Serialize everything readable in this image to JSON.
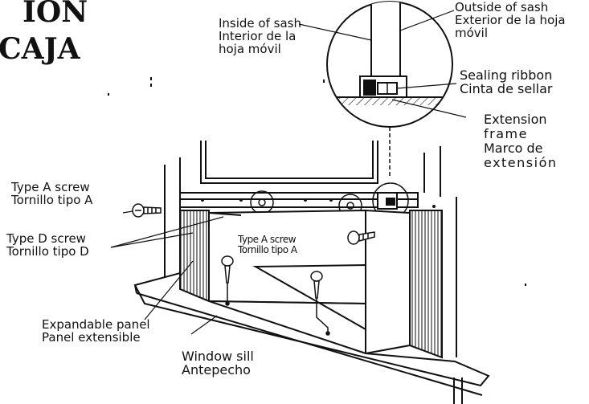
{
  "title": {
    "line1": "ION",
    "line2": "CAJA"
  },
  "labels": {
    "inside_sash": {
      "en": "Inside of sash",
      "es1": "Interior de la",
      "es2": "hoja móvil"
    },
    "outside_sash": {
      "en": "Outside of sash",
      "es1": "Exterior de la hoja",
      "es2": "móvil"
    },
    "sealing_ribbon": {
      "en": "Sealing ribbon",
      "es": "Cinta de sellar"
    },
    "extension_frame": {
      "en1": "Extension",
      "en2": "frame",
      "es1": "Marco de",
      "es2": "extensión"
    },
    "type_a_screw_left": {
      "en": "Type A screw",
      "es": "Tornillo tipo A"
    },
    "type_d_screw": {
      "en": "Type D screw",
      "es": "Tornillo tipo D"
    },
    "type_a_screw_center": {
      "en": "Type A screw",
      "es": "Tornillo tipo A"
    },
    "expandable_panel": {
      "en": "Expandable panel",
      "es": "Panel extensible"
    },
    "window_sill": {
      "en": "Window sill",
      "es": "Antepecho"
    }
  },
  "colors": {
    "ink": "#111111",
    "paper": "#ffffff",
    "hatch": "#555555"
  }
}
